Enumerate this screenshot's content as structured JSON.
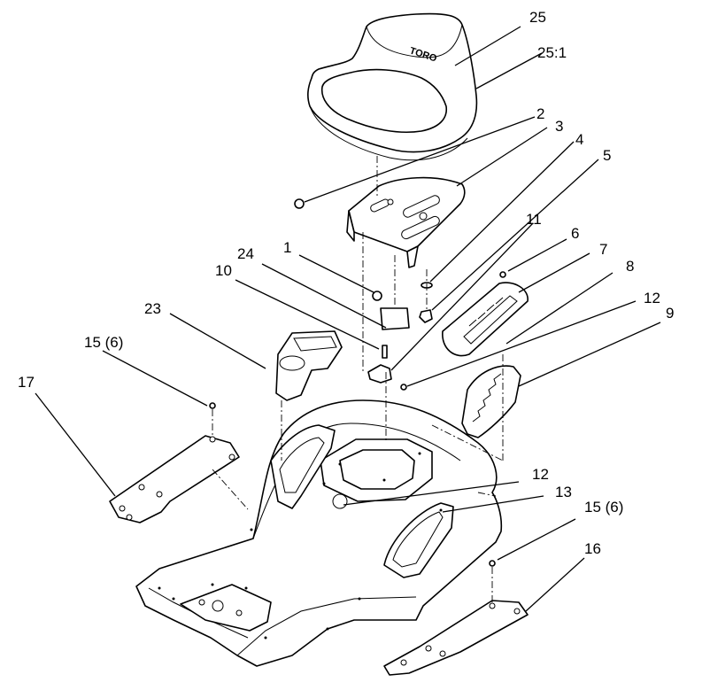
{
  "diagram": {
    "logo_text": "TORO",
    "callouts": [
      {
        "id": "c25",
        "text": "25"
      },
      {
        "id": "c25_1",
        "text": "25:1"
      },
      {
        "id": "c2",
        "text": "2"
      },
      {
        "id": "c3",
        "text": "3"
      },
      {
        "id": "c4",
        "text": "4"
      },
      {
        "id": "c5",
        "text": "5"
      },
      {
        "id": "c11",
        "text": "11"
      },
      {
        "id": "c6",
        "text": "6"
      },
      {
        "id": "c7",
        "text": "7"
      },
      {
        "id": "c8",
        "text": "8"
      },
      {
        "id": "c12a",
        "text": "12"
      },
      {
        "id": "c9",
        "text": "9"
      },
      {
        "id": "c1",
        "text": "1"
      },
      {
        "id": "c24",
        "text": "24"
      },
      {
        "id": "c10",
        "text": "10"
      },
      {
        "id": "c23",
        "text": "23"
      },
      {
        "id": "c15a",
        "text": "15 (6)"
      },
      {
        "id": "c17",
        "text": "17"
      },
      {
        "id": "c12b",
        "text": "12"
      },
      {
        "id": "c13",
        "text": "13"
      },
      {
        "id": "c15b",
        "text": "15 (6)"
      },
      {
        "id": "c16",
        "text": "16"
      }
    ]
  }
}
